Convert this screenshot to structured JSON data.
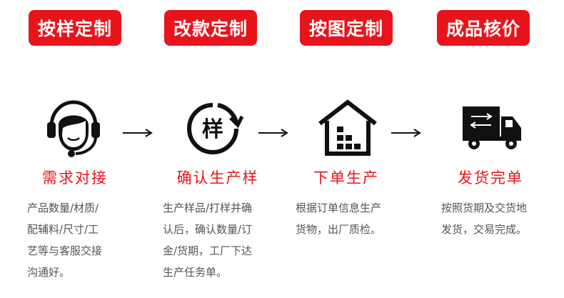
{
  "header_tabs": [
    {
      "label": "按样定制"
    },
    {
      "label": "改款定制"
    },
    {
      "label": "按图定制"
    },
    {
      "label": "成品核价"
    }
  ],
  "steps": [
    {
      "icon": "customer-service-headset-icon",
      "title": "需求对接",
      "desc_lines": [
        "产品数量/材质/",
        "配辅料/尺寸/工",
        "艺等与客服交接",
        "沟通好。"
      ]
    },
    {
      "icon": "sample-refresh-icon",
      "icon_text": "样",
      "title": "确认生产样",
      "desc_lines": [
        "生产样品/打样并确",
        "认后，确认数量/订",
        "金/货期，工厂下达",
        "生产任务单。"
      ]
    },
    {
      "icon": "warehouse-icon",
      "title": "下单生产",
      "desc_lines": [
        "根据订单信息生产",
        "货物，出厂质检。"
      ]
    },
    {
      "icon": "delivery-truck-icon",
      "title": "发货完单",
      "desc_lines": [
        "按照货期及交货地",
        "发货，交易完成。"
      ]
    }
  ],
  "colors": {
    "accent": "#e8141b",
    "text": "#555555",
    "icon": "#111111"
  }
}
